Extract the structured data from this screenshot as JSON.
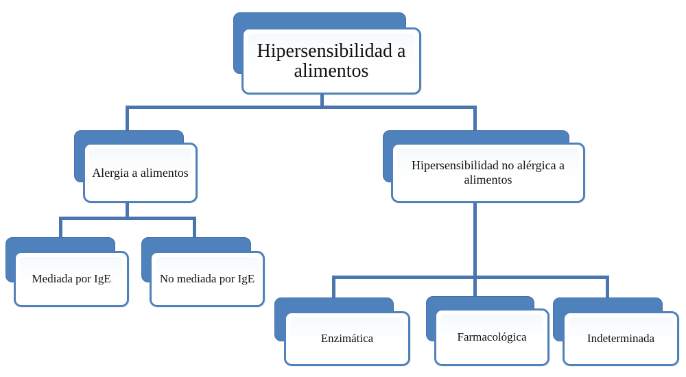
{
  "diagram": {
    "root": {
      "label": "Hipersensibilidad a\nalimentos"
    },
    "left_branch": {
      "label": "Alergia a alimentos",
      "children": [
        {
          "label": "Mediada por IgE"
        },
        {
          "label": "No mediada por IgE"
        }
      ]
    },
    "right_branch": {
      "label": "Hipersensibilidad no alérgica a\nalimentos",
      "children": [
        {
          "label": "Enzimática"
        },
        {
          "label": "Farmacológica"
        },
        {
          "label": "Indeterminada"
        }
      ]
    }
  },
  "colors": {
    "box_fill": "#4f81bd",
    "connector": "#4a76b0",
    "card_border": "#4f81bd",
    "text": "#111111"
  }
}
